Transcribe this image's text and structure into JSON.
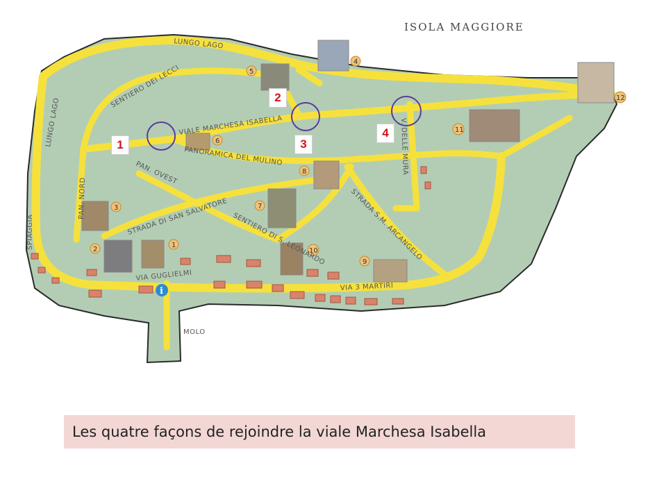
{
  "map": {
    "title": "ISOLA MAGGIORE",
    "street_labels": {
      "lungo_lago_top": "LUNGO LAGO",
      "lungo_lago_left": "LUNGO LAGO",
      "sentiero_lecci": "SENTIERO DEI LECCI",
      "viale_marchesa": "VIALE MARCHESA ISABELLA",
      "panoramica": "PANORAMICA DEL MULINO",
      "pan_ovest": "PAN. OVEST",
      "pan_nord": "PAN. NORD",
      "strada_salvatore": "STRADA DI SAN SALVATORE",
      "sentiero_leonardo": "SENTIERO DI S. LEONARDO",
      "strada_arcangelo": "STRADA S.M. ARCANGELO",
      "v_delle_mura": "V. DELLE MURA",
      "via_guglielmi": "VIA GUGLIELMI",
      "via_3_martiri": "VIA 3 MARTIRI",
      "spiaggia": "SPIAGGIA",
      "molo": "MOLO"
    },
    "poi_numbers": [
      "1",
      "2",
      "3",
      "4",
      "5",
      "6",
      "7",
      "8",
      "9",
      "10",
      "11",
      "12"
    ],
    "info_icon": "i",
    "access_points": [
      "1",
      "2",
      "3",
      "4"
    ],
    "colors": {
      "land": "#b3cdb4",
      "road": "#f6e13c",
      "marker_circle": "#5a3a9a",
      "badge_text": "#d1141b",
      "caption_bg": "#f2d7d5"
    }
  },
  "caption": "Les quatre façons de rejoindre la viale Marchesa Isabella"
}
